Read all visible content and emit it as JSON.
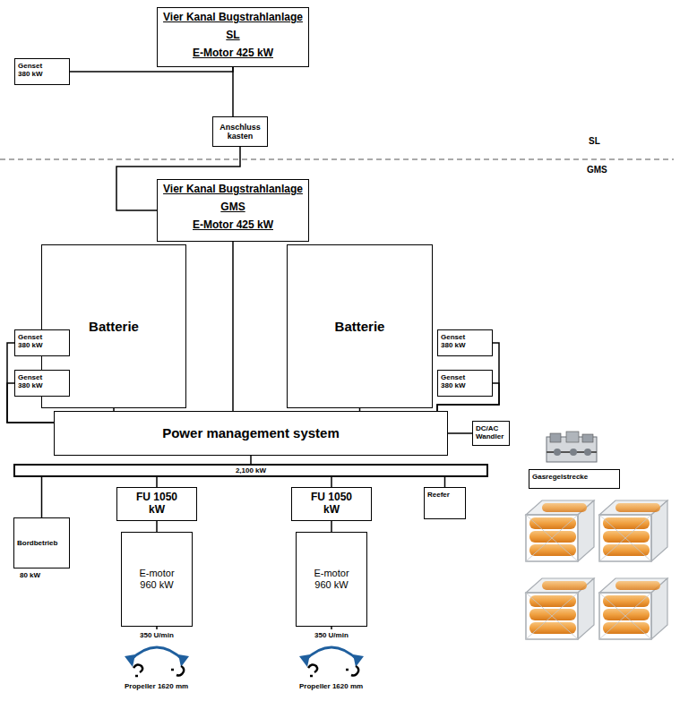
{
  "diagram": {
    "nodes": [
      {
        "text": [
          "Vier Kanal Bugstrahlanlage",
          "SL",
          "E-Motor 425 kW"
        ]
      },
      {
        "text": [
          "Genset 380 kW"
        ]
      },
      {
        "text": [
          "Anschluss kasten"
        ]
      },
      {
        "text": [
          "Vier Kanal Bugstrahlanlage",
          "GMS",
          "E-Motor 425 kW"
        ]
      },
      {
        "text": [
          "Batterie"
        ]
      },
      {
        "text": [
          "Batterie"
        ]
      },
      {
        "text": [
          "Genset 380 kW"
        ]
      },
      {
        "text": [
          "Genset 380 kW"
        ]
      },
      {
        "text": [
          "Genset 380 kW"
        ]
      },
      {
        "text": [
          "Genset 380 kW"
        ]
      },
      {
        "text": [
          "Power management system"
        ]
      },
      {
        "text": [
          "DC/AC Wandler"
        ]
      },
      {
        "text": [
          "Gasregelstrecke"
        ]
      },
      {
        "text": [
          "2,100 kW"
        ]
      },
      {
        "text": [
          "Bordbetrieb",
          "80 kW"
        ]
      },
      {
        "text": [
          "FU 1050 kW"
        ]
      },
      {
        "text": [
          "E-motor 960 kW"
        ]
      },
      {
        "text": [
          "FU 1050 kW"
        ]
      },
      {
        "text": [
          "E-motor 960 kW"
        ]
      },
      {
        "text": [
          "Reefer"
        ]
      }
    ],
    "edges": [
      {
        "from": 1,
        "to": 0,
        "arrow": "none"
      },
      {
        "from": 0,
        "to": 2,
        "arrow": "none"
      },
      {
        "from": 2,
        "to": 3,
        "arrow": "none"
      },
      {
        "from": 3,
        "to": 10,
        "arrow": "none"
      },
      {
        "from": 4,
        "to": 10,
        "arrow": "none"
      },
      {
        "from": 5,
        "to": 10,
        "arrow": "none"
      },
      {
        "from": 6,
        "to": 10,
        "arrow": "none"
      },
      {
        "from": 7,
        "to": 10,
        "arrow": "none"
      },
      {
        "from": 8,
        "to": 10,
        "arrow": "none"
      },
      {
        "from": 9,
        "to": 10,
        "arrow": "none"
      },
      {
        "from": 10,
        "to": 11,
        "arrow": "none"
      },
      {
        "from": 10,
        "to": 13,
        "arrow": "none"
      },
      {
        "from": 13,
        "to": 14,
        "arrow": "none"
      },
      {
        "from": 13,
        "to": 15,
        "arrow": "none"
      },
      {
        "from": 13,
        "to": 17,
        "arrow": "none"
      },
      {
        "from": 13,
        "to": 19,
        "arrow": "none"
      },
      {
        "from": 15,
        "to": 16,
        "arrow": "none"
      },
      {
        "from": 17,
        "to": 18,
        "arrow": "none"
      }
    ],
    "labels": [
      "SL",
      "GMS",
      "350 U/min",
      "350 U/min",
      "Propeller 1620 mm",
      "Propeller 1620 mm"
    ]
  }
}
